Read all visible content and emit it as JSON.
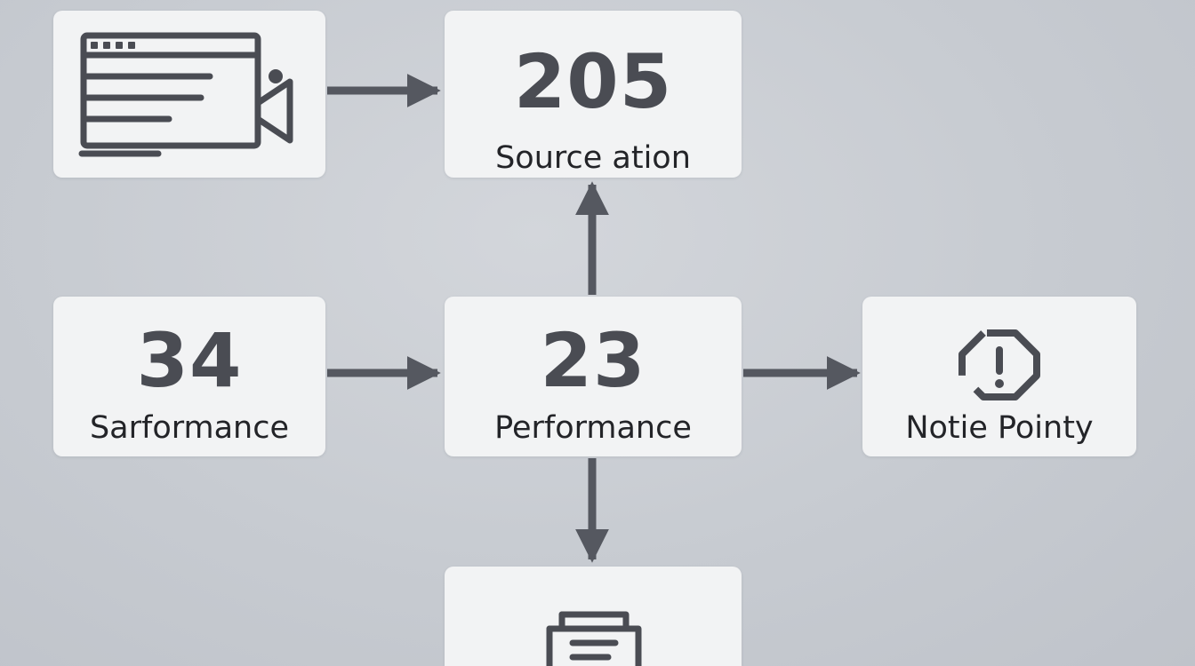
{
  "nodes": {
    "top_left": {
      "icon": "browser-video-icon"
    },
    "top_center": {
      "value": "205",
      "label": "Source ation"
    },
    "middle_left": {
      "value": "34",
      "label": "Sarformance"
    },
    "middle_center": {
      "value": "23",
      "label": "Performance"
    },
    "middle_right": {
      "icon": "alert-octagon-icon",
      "label": "Notie Pointy"
    },
    "bottom_center": {
      "icon": "document-printer-icon"
    }
  },
  "colors": {
    "background": "#c9ccd2",
    "card": "#f2f3f4",
    "ink": "#4a4c53",
    "text": "#232428"
  }
}
